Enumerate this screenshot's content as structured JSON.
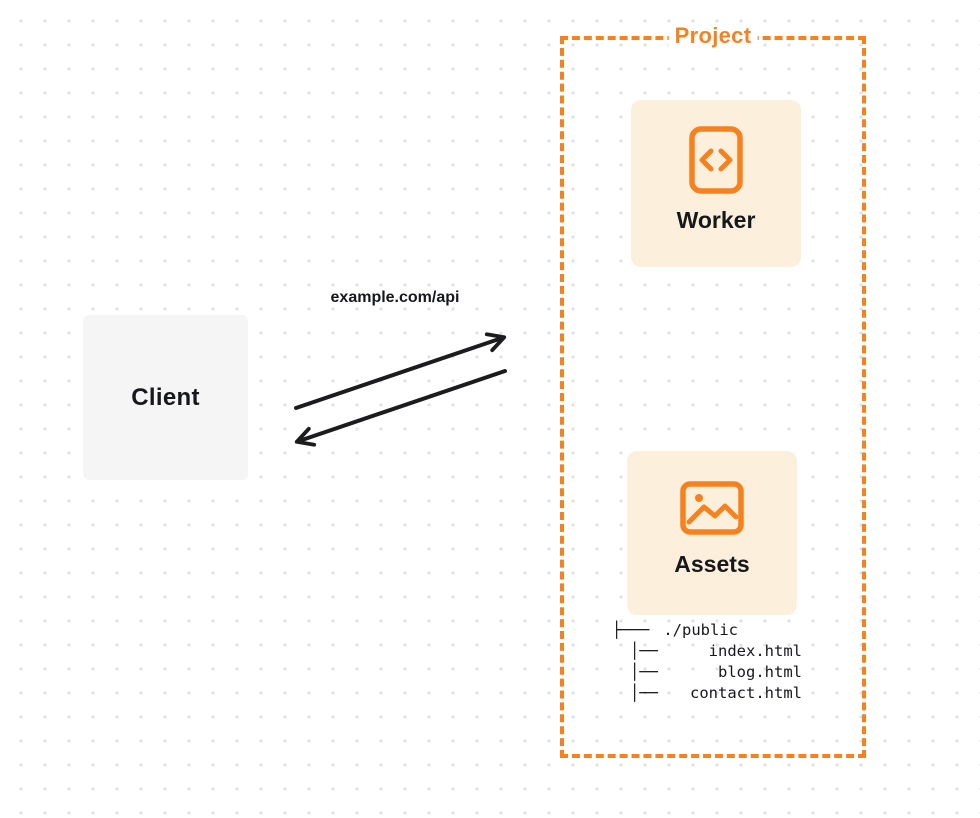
{
  "page": {
    "background": "#ffffff",
    "dot_grid_color": "#e2e2e4"
  },
  "client": {
    "label": "Client",
    "box_color": "#f5f5f6"
  },
  "request": {
    "label": "example.com/api",
    "arrow_color": "#1c1c1e"
  },
  "project": {
    "label": "Project",
    "accent_color": "#f6821f",
    "card_color": "#fcefdc",
    "nodes": {
      "worker": {
        "label": "Worker",
        "icon": "code-icon"
      },
      "assets": {
        "label": "Assets",
        "icon": "image-icon"
      }
    },
    "file_tree": [
      {
        "prefix": "├───",
        "name": "./public"
      },
      {
        "prefix": "│──",
        "name": "index.html"
      },
      {
        "prefix": "│──",
        "name": "blog.html"
      },
      {
        "prefix": "│──",
        "name": "contact.html"
      }
    ]
  }
}
